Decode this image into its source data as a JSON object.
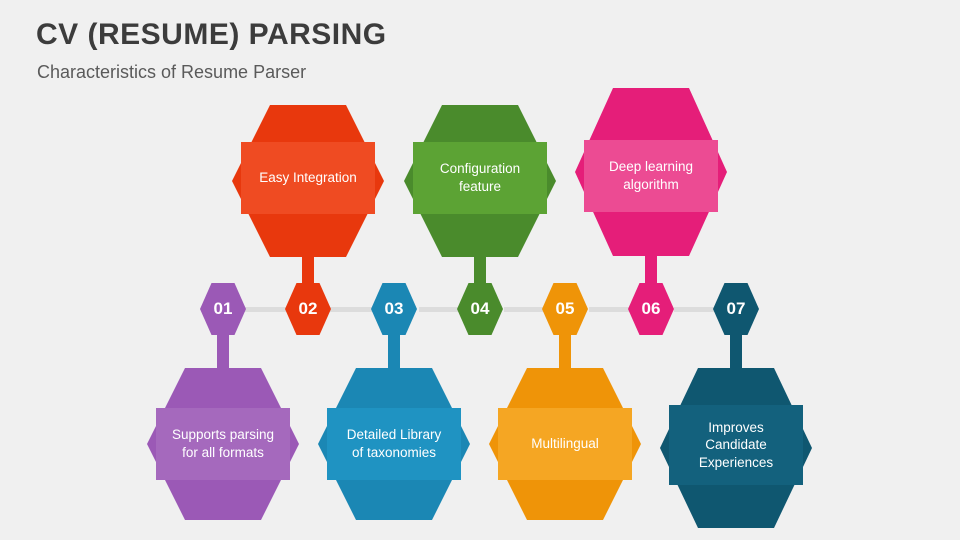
{
  "slide": {
    "title": "CV (RESUME) PARSING",
    "subtitle": "Characteristics of Resume Parser",
    "background_color": "#f0f0f0",
    "rail_color": "#dcdcdc"
  },
  "items": [
    {
      "number": "01",
      "label": "Supports parsing\nfor all formats",
      "color": "#9b59b6",
      "inner_color": "#a569bd",
      "position": "bottom"
    },
    {
      "number": "02",
      "label": "Easy Integration",
      "color": "#e8380d",
      "inner_color": "#ef4b22",
      "position": "top"
    },
    {
      "number": "03",
      "label": "Detailed Library\nof taxonomies",
      "color": "#1b87b4",
      "inner_color": "#1f93c2",
      "position": "bottom"
    },
    {
      "number": "04",
      "label": "Configuration\nfeature",
      "color": "#4a8b2c",
      "inner_color": "#5ca334",
      "position": "top"
    },
    {
      "number": "05",
      "label": "Multilingual",
      "color": "#ef9408",
      "inner_color": "#f5a623",
      "position": "bottom"
    },
    {
      "number": "06",
      "label": "Deep learning\nalgorithm",
      "color": "#e51e79",
      "inner_color": "#ec4b93",
      "position": "top"
    },
    {
      "number": "07",
      "label": "Improves\nCandidate\nExperiences",
      "color": "#0f5770",
      "inner_color": "#13617d",
      "position": "bottom"
    }
  ]
}
